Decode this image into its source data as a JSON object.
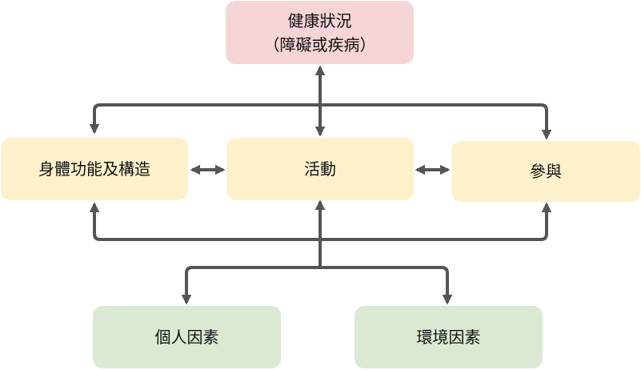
{
  "diagram": {
    "nodes": {
      "health": {
        "line1": "健康狀況",
        "line2": "（障礙或疾病）",
        "color": "#f5d5d7"
      },
      "body": {
        "label": "身體功能及構造",
        "color": "#fdf1cc"
      },
      "activity": {
        "label": "活動",
        "color": "#fdf1cc"
      },
      "participation": {
        "label": "參與",
        "color": "#fdf1cc"
      },
      "personal": {
        "label": "個人因素",
        "color": "#dbe9d3"
      },
      "environmental": {
        "label": "環境因素",
        "color": "#dbe9d3"
      }
    },
    "arrow_color": "#555555"
  }
}
